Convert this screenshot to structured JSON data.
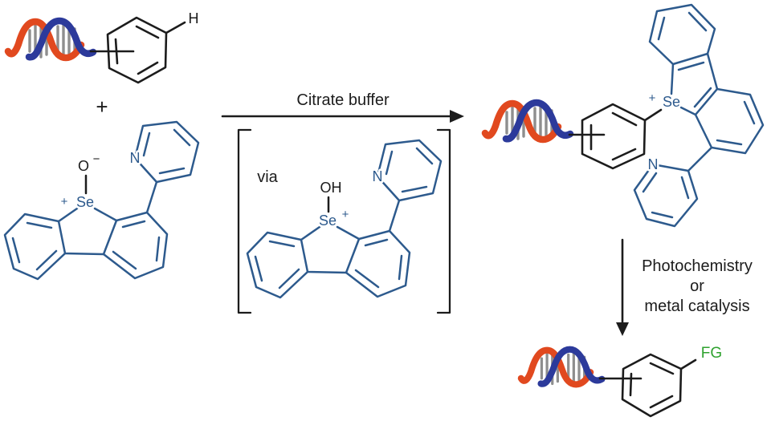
{
  "scheme": {
    "arrow1_label": "Citrate buffer",
    "via_label": "via",
    "arrow2_line1": "Photochemistry",
    "arrow2_line2": "or",
    "arrow2_line3": "metal catalysis"
  },
  "atoms": {
    "hydrogen": "H",
    "selenium": "Se",
    "nitrogen": "N",
    "oxide": "O",
    "hydroxide": "OH",
    "functional_group": "FG"
  },
  "charges": {
    "plus": "+",
    "minus": "−"
  },
  "operators": {
    "plus_reactants": "+"
  },
  "colors": {
    "structure_black": "#1c1c1c",
    "structure_blue": "#2d5a8d",
    "dna_orange": "#e1491f",
    "dna_blue": "#2c3a9b",
    "dna_rung_gray": "#8e8e8e",
    "fg_green": "#2fa22f",
    "background": "#ffffff"
  }
}
